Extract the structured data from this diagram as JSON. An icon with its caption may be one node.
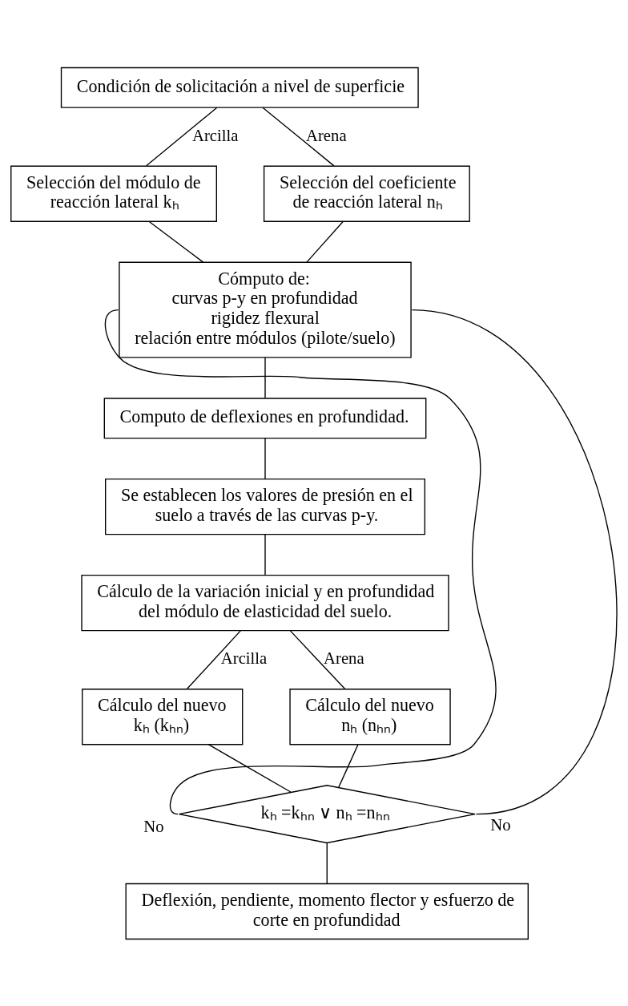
{
  "diagram": {
    "nodes": [
      {
        "text": [
          "Condición de solicitación a nivel de superficie"
        ]
      },
      {
        "text": [
          "Selección del módulo de reacción lateral kₕ"
        ]
      },
      {
        "text": [
          "Selección del coeficiente de reacción lateral nₕ"
        ]
      },
      {
        "text": [
          "Cómputo de:",
          "curvas p-y en profundidad",
          "rigidez flexural",
          "relación entre módulos (pilote/suelo)"
        ]
      },
      {
        "text": [
          "Computo de deflexiones en profundidad."
        ]
      },
      {
        "text": [
          "Se establecen los valores de presión en el suelo a través de las curvas p-y."
        ]
      },
      {
        "text": [
          "Cálculo de la variación inicial y en profundidad del módulo de elasticidad del suelo."
        ]
      },
      {
        "text": [
          "Cálculo del nuevo kₕ (kₕₙ)"
        ]
      },
      {
        "text": [
          "Cálculo del nuevo nₕ (nₕₙ)"
        ]
      },
      {
        "text": [
          "kₕ =kₕₙ ∨ nₕ =nₕₙ"
        ]
      },
      {
        "text": [
          "Deflexión, pendiente, momento flector y esfuerzo de corte en profundidad"
        ]
      }
    ],
    "edges": [
      {
        "from": 0,
        "to": 1,
        "arrow": "none",
        "label": "Arcilla"
      },
      {
        "from": 0,
        "to": 2,
        "arrow": "none",
        "label": "Arena"
      },
      {
        "from": 1,
        "to": 3,
        "arrow": "none"
      },
      {
        "from": 2,
        "to": 3,
        "arrow": "none"
      },
      {
        "from": 3,
        "to": 4,
        "arrow": "none"
      },
      {
        "from": 4,
        "to": 5,
        "arrow": "none"
      },
      {
        "from": 5,
        "to": 6,
        "arrow": "none"
      },
      {
        "from": 6,
        "to": 7,
        "arrow": "none",
        "label": "Arcilla"
      },
      {
        "from": 6,
        "to": 8,
        "arrow": "none",
        "label": "Arena"
      },
      {
        "from": 7,
        "to": 9,
        "arrow": "none"
      },
      {
        "from": 8,
        "to": 9,
        "arrow": "none"
      },
      {
        "from": 9,
        "to": 3,
        "arrow": "none",
        "label": "No"
      },
      {
        "from": 9,
        "to": 3,
        "arrow": "none",
        "label": "No"
      },
      {
        "from": 9,
        "to": 10,
        "arrow": "none"
      }
    ]
  }
}
